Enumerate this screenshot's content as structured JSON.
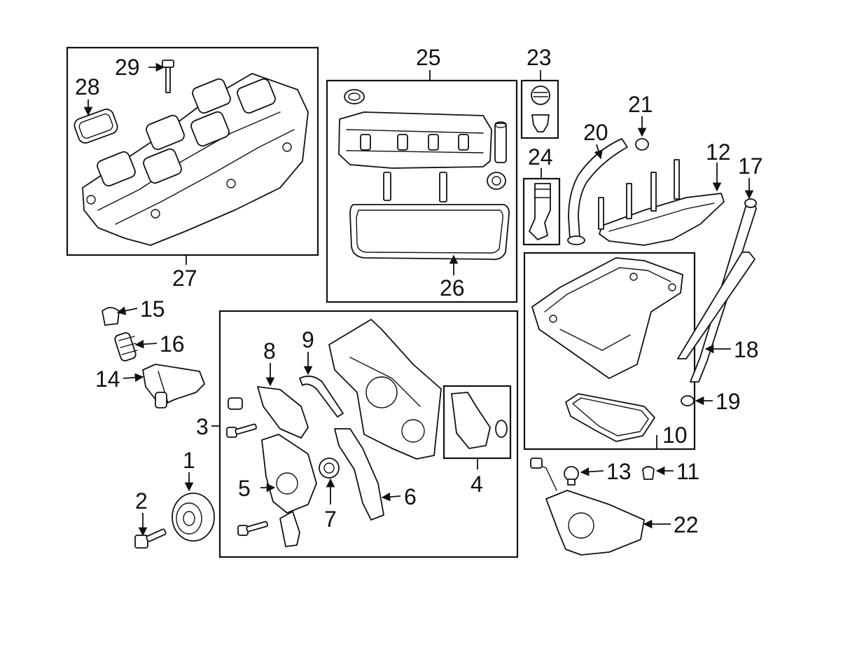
{
  "callouts": [
    {
      "id": "c1",
      "label": "1"
    },
    {
      "id": "c2",
      "label": "2"
    },
    {
      "id": "c3",
      "label": "3"
    },
    {
      "id": "c4",
      "label": "4"
    },
    {
      "id": "c5",
      "label": "5"
    },
    {
      "id": "c6",
      "label": "6"
    },
    {
      "id": "c7",
      "label": "7"
    },
    {
      "id": "c8",
      "label": "8"
    },
    {
      "id": "c9",
      "label": "9"
    },
    {
      "id": "c10",
      "label": "10"
    },
    {
      "id": "c11",
      "label": "11"
    },
    {
      "id": "c12",
      "label": "12"
    },
    {
      "id": "c13",
      "label": "13"
    },
    {
      "id": "c14",
      "label": "14"
    },
    {
      "id": "c15",
      "label": "15"
    },
    {
      "id": "c16",
      "label": "16"
    },
    {
      "id": "c17",
      "label": "17"
    },
    {
      "id": "c18",
      "label": "18"
    },
    {
      "id": "c19",
      "label": "19"
    },
    {
      "id": "c20",
      "label": "20"
    },
    {
      "id": "c21",
      "label": "21"
    },
    {
      "id": "c22",
      "label": "22"
    },
    {
      "id": "c23",
      "label": "23"
    },
    {
      "id": "c24",
      "label": "24"
    },
    {
      "id": "c25",
      "label": "25"
    },
    {
      "id": "c26",
      "label": "26"
    },
    {
      "id": "c27",
      "label": "27"
    },
    {
      "id": "c28",
      "label": "28"
    },
    {
      "id": "c29",
      "label": "29"
    }
  ],
  "colors": {
    "line": "#111111",
    "background": "#ffffff",
    "shade": "#d9d9d9"
  }
}
